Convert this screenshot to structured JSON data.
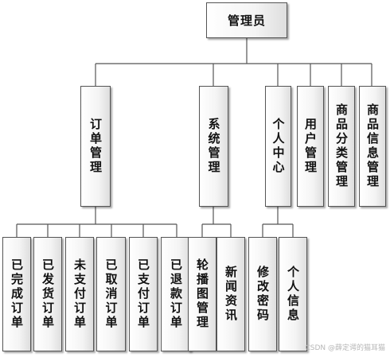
{
  "root": "管理员",
  "level1": [
    "订单管理",
    "系统管理",
    "个人中心",
    "用户管理",
    "商品分类管理",
    "商品信息管理"
  ],
  "orders_children": [
    "已完成订单",
    "已发货订单",
    "未支付订单",
    "已取消订单",
    "已支付订单",
    "已退款订单"
  ],
  "system_children": [
    "轮播图管理",
    "新闻资讯"
  ],
  "personal_children": [
    "修改密码",
    "个人信息"
  ],
  "watermark": "CSDN @薛定谔的猫耳猫",
  "colors": {
    "line": "#555555",
    "box_border": "#555555",
    "text": "#111111"
  }
}
